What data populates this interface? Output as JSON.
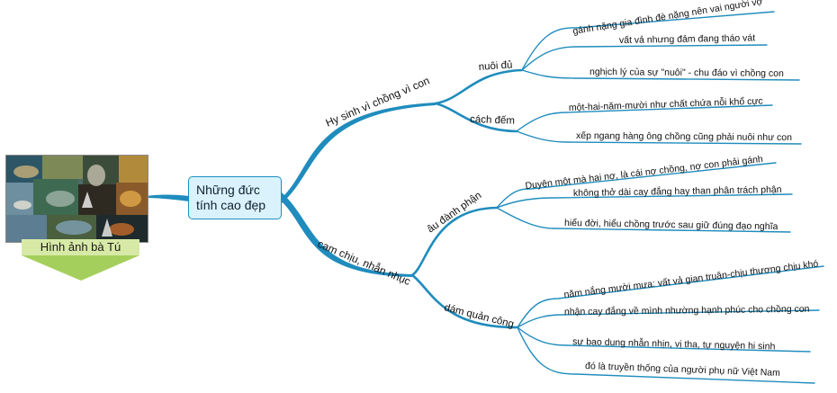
{
  "central_topic": "Những đức tính cao đẹp",
  "image_caption": "Hình ảnh bà Tú",
  "colors": {
    "branch_line": "#1f8cbd",
    "central_fill": "#d9f2fb",
    "central_border": "#1d8fc0",
    "caption_fill": "#d7e9a6",
    "caption_arrow": "#a5cf5c"
  },
  "branches": [
    {
      "label": "Hy sinh vì chồng vì con",
      "children": [
        {
          "label": "nuôi đủ",
          "leaves": [
            "gánh nặng gia đình đè nặng nên vai người vợ",
            "vất vả nhưng đảm đang tháo vát",
            "nghịch lý của sự \"nuôi\" - chu đáo vì chồng con"
          ]
        },
        {
          "label": "cách đếm",
          "leaves": [
            "một-hai-năm-mười như chất chứa nỗi khổ cực",
            "xếp ngang hàng ông chồng cũng phải nuôi như con"
          ]
        }
      ]
    },
    {
      "label": "cam chịu, nhẫn nhục",
      "children": [
        {
          "label": "âu đành phận",
          "leaves": [
            "Duyên một mà hai nợ, là cái nợ chồng, nợ con phải gánh",
            "không thở dài cay đắng hay than phân trách phận",
            "hiểu đời, hiểu chồng trước sau giữ đúng đạo nghĩa"
          ]
        },
        {
          "label": "dám quản công",
          "leaves": [
            "năm nắng mười mưa: vất vả gian truân-chịu thương chịu khó",
            "nhận cay đắng về mình nhường hạnh phúc cho chồng con",
            "sự bao dung nhẫn nhịn, vị tha, tự nguyện hi sinh",
            "đó là truyền thống của người phụ nữ Việt Nam"
          ]
        }
      ]
    }
  ]
}
